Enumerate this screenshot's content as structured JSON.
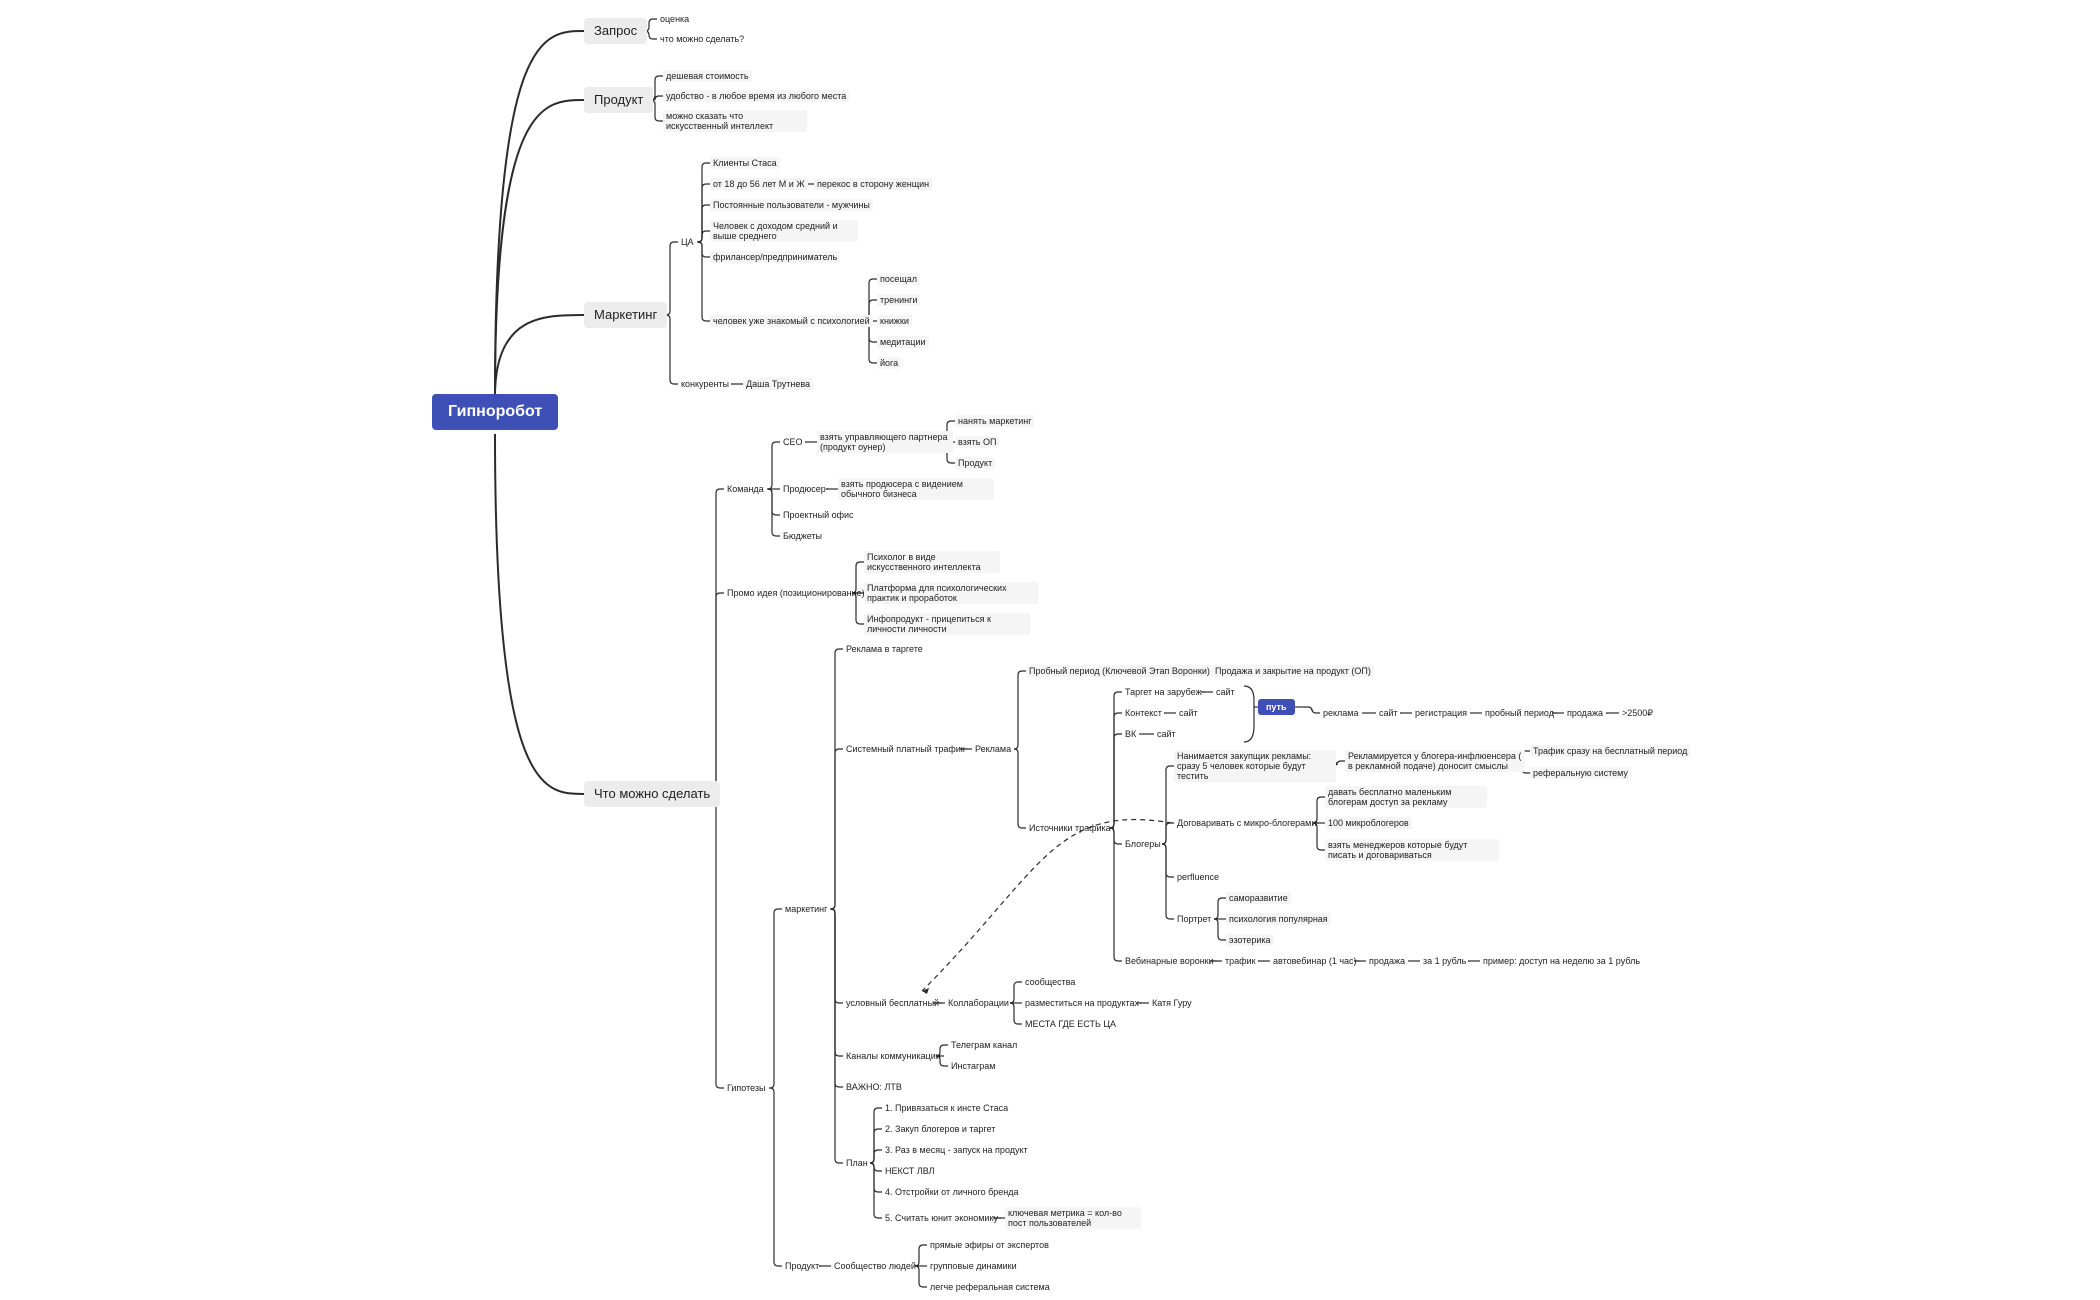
{
  "root": "Гипноробот",
  "nodes": {
    "zapros": "Запрос",
    "ocenka": "оценка",
    "chto_mozhno_sdelat_q": "что можно сделать?",
    "produkt": "Продукт",
    "deshevaya": "дешевая стоимость",
    "udobstvo": "удобство - в любое время из любого места",
    "ii": "можно сказать что искусственный интеллект",
    "marketing": "Маркетинг",
    "ca": "ЦА",
    "klienty": "Клиенты Стаса",
    "ot18": "от 18 до 56 лет М и Ж",
    "perekos": "перекос в сторону женщин",
    "postoyannye": "Постоянные пользователи - мужчины",
    "dohod": "Человек с доходом средний и выше среднего",
    "frilanser": "фрилансер/предприниматель",
    "znakomy": "человек уже знакомый с психологией",
    "poseshal": "посещал",
    "treningi": "тренинги",
    "knizhki": "книжки",
    "meditacii": "медитации",
    "yoga": "йога",
    "konkurenty": "конкуренты",
    "dasha": "Даша Трутнева",
    "chto_mozhno": "Что можно сделать",
    "komanda": "Команда",
    "ceo": "CEO",
    "partner": "взять управляющего партнера (продукт оунер)",
    "nanyat": "нанять маркетинг",
    "vzyat_op": "взять ОП",
    "produkt_ceo": "Продукт",
    "prodyuser": "Продюсер",
    "vzyat_prodyusera": "взять продюсера с видением обычного бизнеса",
    "ofis": "Проектный офис",
    "byudzhety": "Бюджеты",
    "promo": "Промо идея (позиционирование)",
    "psiholog_ii": "Психолог в виде искусственного интеллекта",
    "platforma": "Платформа для психологических практик и проработок",
    "infoprodukt": "Инфопродукт - прицепиться к личности личности",
    "gipotezy": "Гипотезы",
    "marketing_g": "маркетинг",
    "reklama_target": "Реклама в таргете",
    "sistemny": "Системный платный трафик",
    "reklama": "Реклама",
    "probny_period_key": "Пробный период (Ключевой Этап Воронки)",
    "prodazha_op": "Продажа и закрытие на продукт (ОП)",
    "istochniki": "Источники трафика",
    "target_zarubezh": "Таргет на зарубеж",
    "sayt1": "сайт",
    "kontekst": "Контекст",
    "sayt2": "сайт",
    "vk": "ВК",
    "sayt3": "сайт",
    "put": "путь",
    "reklama_p": "реклама",
    "sayt_p": "сайт",
    "registraciya": "регистрация",
    "probny_p": "пробный период",
    "prodazha_p": "продажа",
    "price": ">2500₽",
    "blogery": "Блогеры",
    "nanimaetsya": "Нанимается закупщик рекламы: сразу 5 человек которые будут тестить",
    "reklamiruetsya": "Рекламируется у блогера-инфлюенсера ( в рекламной подаче) доносит смыслы",
    "trafik_besplatny": "Трафик сразу на бесплатный период",
    "referalnuyu": "реферальную систему",
    "dogovarivat": "Договаривать с микро-блогерами",
    "davat": "давать бесплатно маленьким блогерам доступ за рекламу",
    "sto": "100 микроблогеров",
    "menedzhery": "взять менеджеров которые будут писать и договариваться",
    "perfluence": "perfluence",
    "portret": "Портрет",
    "samorazvitie": "саморазвитие",
    "psihologiya_pop": "психология популярная",
    "ezoterika": "эзотерика",
    "vebinarnye": "Вебинарные воронки",
    "trafik_w": "трафик",
    "avtovebinar": "автовебинар (1 час)",
    "prodazha_w": "продажа",
    "za1": "за 1 рубль",
    "primer": "пример: доступ на неделю за 1 рубль",
    "uslovny": "условный бесплатный",
    "kollaboracii": "Коллаборации",
    "soobshestva": "сообщества",
    "razmestitsya": "разместиться на продуктах",
    "katya": "Катя Гуру",
    "mesta": "МЕСТА ГДЕ ЕСТЬ ЦА",
    "kanaly": "Каналы коммуникации",
    "telegram": "Телеграм канал",
    "instagram": "Инстаграм",
    "vazhno": "ВАЖНО: ЛТВ",
    "plan": "План",
    "p1": "1. Привязаться к инсте Стаса",
    "p2": "2. Закуп блогеров и таргет",
    "p3": "3. Раз в месяц - запуск на продукт",
    "nekst": "НЕКСТ ЛВЛ",
    "p4": "4. Отстройки от личного бренда",
    "p5": "5. Считать юнит экономику",
    "klyuchevaya": "ключевая метрика = кол-во пост пользователей",
    "produkt_g": "Продукт",
    "soobshestvo": "Сообщество людей",
    "pryamye": "прямые эфиры от экспертов",
    "gruppovye": "групповые динамики",
    "legche": "легче реферальная система"
  },
  "colors": {
    "accent": "#3e4fb5",
    "line": "#2b2b2b",
    "node_bg": "#f5f5f5",
    "main_bg": "#ececec"
  }
}
